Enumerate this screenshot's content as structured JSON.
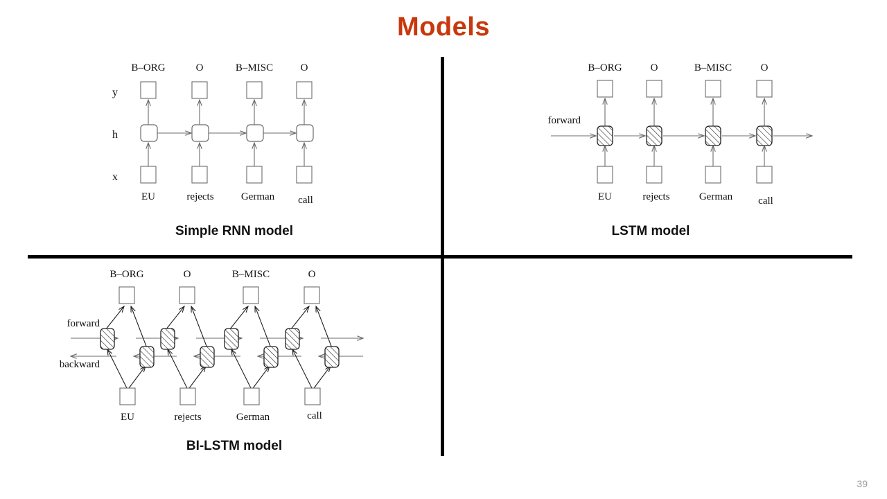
{
  "slide": {
    "title": "Models",
    "page_number": "39",
    "title_color": "#c8380c",
    "page_number_color": "#9a9a9a",
    "background": "#ffffff",
    "divider_color": "#000000"
  },
  "panels": [
    {
      "id": "rnn",
      "caption": "Simple RNN model",
      "tags": [
        "B–ORG",
        "O",
        "B–MISC",
        "O"
      ],
      "words": [
        "EU",
        "rejects",
        "German",
        "call"
      ],
      "row_labels": [
        "y",
        "h",
        "x"
      ],
      "direction_labels": [],
      "cell_style": "plain-rounded",
      "recurrent_directions": [
        "forward"
      ]
    },
    {
      "id": "lstm",
      "caption": "LSTM model",
      "tags": [
        "B–ORG",
        "O",
        "B–MISC",
        "O"
      ],
      "words": [
        "EU",
        "rejects",
        "German",
        "call"
      ],
      "row_labels": [],
      "direction_labels": [
        "forward"
      ],
      "cell_style": "hatched-rounded",
      "recurrent_directions": [
        "forward"
      ]
    },
    {
      "id": "bilstm",
      "caption": "BI-LSTM model",
      "tags": [
        "B–ORG",
        "O",
        "B–MISC",
        "O"
      ],
      "words": [
        "EU",
        "rejects",
        "German",
        "call"
      ],
      "row_labels": [],
      "direction_labels": [
        "forward",
        "backward"
      ],
      "cell_style": "hatched-rounded",
      "recurrent_directions": [
        "forward",
        "backward"
      ]
    }
  ],
  "colors": {
    "stroke": "#6b6b6b",
    "box_stroke": "#6b6b6b",
    "text": "#111111"
  }
}
